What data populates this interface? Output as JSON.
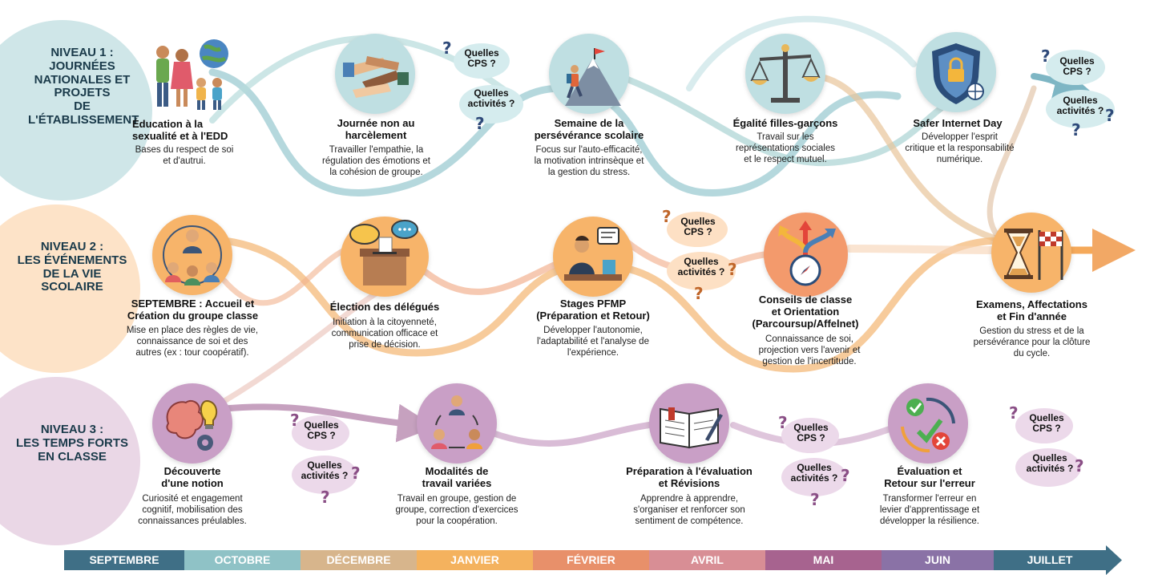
{
  "levels": [
    {
      "title": "NIVEAU 1 :\nJOURNÉES\nNATIONALES ET\nPROJETS\nDE\nL'ÉTABLISSEMENT",
      "color": "#cfe6e8"
    },
    {
      "title": "NIVEAU 2 :\nLES ÉVÉNEMENTS\nDE LA VIE\nSCOLAIRE",
      "color": "#fde3c8"
    },
    {
      "title": "NIVEAU 3 :\nLES TEMPS FORTS\nEN CLASSE",
      "color": "#ead7e6"
    }
  ],
  "nodes": [
    {
      "id": "edd",
      "icon": "family-globe-icon",
      "title": "Éducation à la\nsexualité et à l'EDD",
      "desc": "Bases du respect de soi\net d'autrui."
    },
    {
      "id": "harcelement",
      "icon": "stacked-hands-icon",
      "title": "Journée non au\nharcèlement",
      "desc": "Travailler l'empathie, la\nrégulation des émotions et\nla cohésion de groupe."
    },
    {
      "id": "perseverance",
      "icon": "mountain-climber-icon",
      "title": "Semaine de la\npersévérance scolaire",
      "desc": "Focus sur l'auto-efficacité,\nla motivation intrinsèque et\nla gestion du stress."
    },
    {
      "id": "egalite",
      "icon": "balance-scale-icon",
      "title": "Égalité filles-garçons",
      "desc": "Travail sur les\nreprésentations sociales\net le respect mutuel."
    },
    {
      "id": "safer",
      "icon": "shield-lock-icon",
      "title": "Safer Internet Day",
      "desc": "Développer l'esprit\ncritique et la responsabilité\nnumérique."
    },
    {
      "id": "accueil",
      "icon": "group-teacher-icon",
      "title": "SEPTEMBRE : Accueil et\nCréation du groupe classe",
      "desc": "Mise en place des règles de vie,\nconnaissance de soi et des\nautres (ex : tour coopératif)."
    },
    {
      "id": "election",
      "icon": "ballot-box-icon",
      "title": "Élection des délégués",
      "desc": "Initiation à la citoyenneté,\ncommunication officace et\nprise de décision."
    },
    {
      "id": "pfmp",
      "icon": "worker-desk-icon",
      "title": "Stages PFMP\n(Préparation et Retour)",
      "desc": "Développer l'autonomie,\nl'adaptabilité et l'analyse de\nl'expérience."
    },
    {
      "id": "conseils",
      "icon": "compass-arrows-icon",
      "title": "Conseils de classe\net Orientation\n(Parcoursup/Affelnet)",
      "desc": "Connaissance de soi,\nprojection vers l'avenir et\ngestion de l'incertitude."
    },
    {
      "id": "examens",
      "icon": "hourglass-flag-icon",
      "title": "Examens, Affectations\net Fin d'année",
      "desc": "Gestion du stress et de la\npersévérance pour la clôture\ndu cycle."
    },
    {
      "id": "decouverte",
      "icon": "brain-bulb-icon",
      "title": "Découverte\nd'une notion",
      "desc": "Curiosité et engagement\ncognitif, mobilisation des\nconnaissances préulables."
    },
    {
      "id": "modalites",
      "icon": "team-cycle-icon",
      "title": "Modalités de\ntravail variées",
      "desc": "Travail en groupe, gestion de\ngroupe, correction d'exercices\npour la coopération."
    },
    {
      "id": "preparation",
      "icon": "open-book-icon",
      "title": "Préparation à l'évaluation\net Révisions",
      "desc": "Apprendre à apprendre,\ns'organiser et renforcer son\nsentiment de compétence."
    },
    {
      "id": "evaluation",
      "icon": "check-cycle-icon",
      "title": "Évaluation et\nRetour sur l'erreur",
      "desc": "Transformer l'erreur en\nlevier d'apprentissage et\ndévelopper la résilience."
    }
  ],
  "bubble": {
    "q1": "Quelles\nCPS ?",
    "q2": "Quelles\nactivités ?",
    "mark": "?"
  },
  "timeline": {
    "months": [
      "SEPTEMBRE",
      "OCTOBRE",
      "DÉCEMBRE",
      "JANVIER",
      "FÉVRIER",
      "AVRIL",
      "MAI",
      "JUIN",
      "JUILLET"
    ],
    "colors": [
      "#3f6f86",
      "#8fc2c6",
      "#d7b58c",
      "#f4b25e",
      "#e8906a",
      "#d88e95",
      "#a7638f",
      "#8a72a6",
      "#3f6f86"
    ]
  }
}
